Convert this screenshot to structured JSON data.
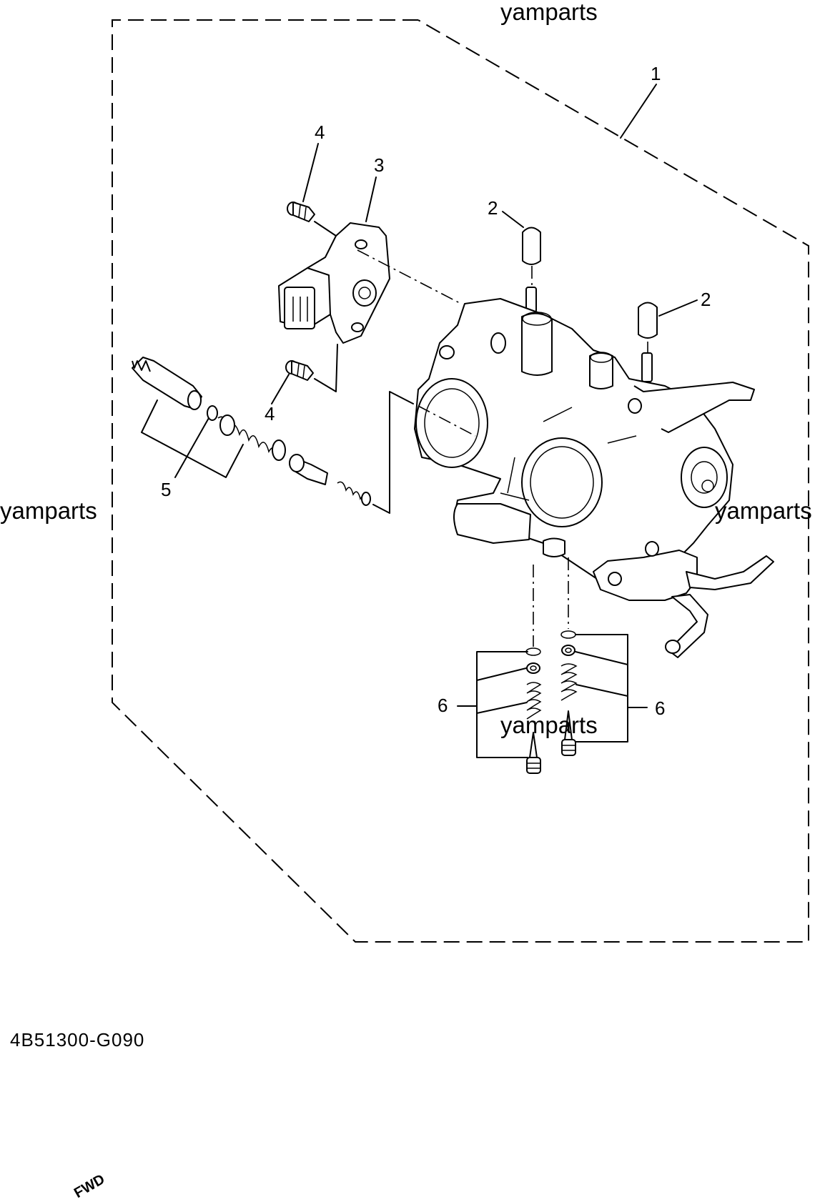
{
  "watermarks": {
    "top": "yamparts",
    "left": "yamparts",
    "right": "yamparts",
    "bottom": "yamparts"
  },
  "callouts": {
    "c1": "1",
    "c2a": "2",
    "c2b": "2",
    "c3": "3",
    "c4a": "4",
    "c4b": "4",
    "c5": "5",
    "c6a": "6",
    "c6b": "6"
  },
  "fwd_label": "FWD",
  "diagram_code": "4B51300-G090"
}
